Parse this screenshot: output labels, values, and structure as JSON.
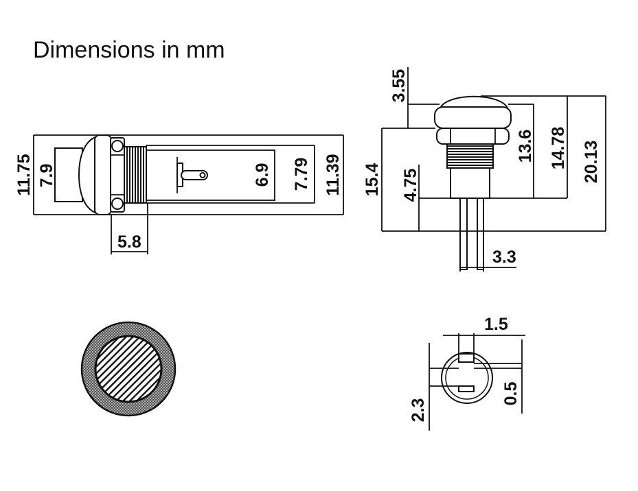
{
  "title": "Dimensions in mm",
  "side_view": {
    "labels": [
      "11.75",
      "7.9",
      "6.9",
      "7.79",
      "11.39",
      "5.8"
    ]
  },
  "front_view": {
    "labels": [
      "3.55",
      "15.4",
      "4.75",
      "13.6",
      "14.78",
      "20.13",
      "3.3"
    ]
  },
  "pin_view": {
    "labels": [
      "1.5",
      "2.3",
      "0.5"
    ]
  },
  "colors": {
    "ink": "#111111",
    "paper": "#ffffff",
    "stipple": "#9a9a9a"
  }
}
